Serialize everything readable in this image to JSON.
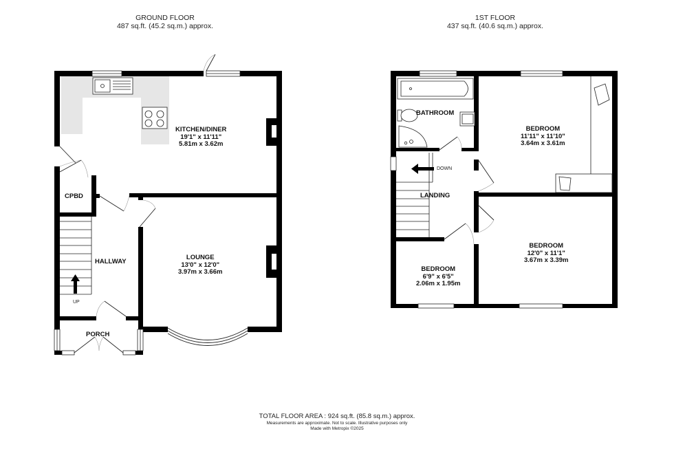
{
  "floors": {
    "ground": {
      "title": "GROUND FLOOR",
      "area": "487 sq.ft. (45.2 sq.m.) approx."
    },
    "first": {
      "title": "1ST FLOOR",
      "area": "437 sq.ft. (40.6 sq.m.) approx."
    }
  },
  "rooms": {
    "kitchen": {
      "name": "KITCHEN/DINER",
      "imperial": "19'1\"  x 11'11\"",
      "metric": "5.81m  x 3.62m"
    },
    "lounge": {
      "name": "LOUNGE",
      "imperial": "13'0\"  x 12'0\"",
      "metric": "3.97m  x 3.66m"
    },
    "hallway": {
      "name": "HALLWAY"
    },
    "cpbd": {
      "name": "CPBD"
    },
    "porch": {
      "name": "PORCH"
    },
    "bathroom": {
      "name": "BATHROOM"
    },
    "landing": {
      "name": "LANDING"
    },
    "bedroom1": {
      "name": "BEDROOM",
      "imperial": "11'11\"  x 11'10\"",
      "metric": "3.64m  x 3.61m"
    },
    "bedroom2": {
      "name": "BEDROOM",
      "imperial": "12'0\"  x 11'1\"",
      "metric": "3.67m  x 3.39m"
    },
    "bedroom3": {
      "name": "BEDROOM",
      "imperial": "6'9\"  x 6'5\"",
      "metric": "2.06m  x 1.95m"
    }
  },
  "stairs": {
    "up_label": "UP",
    "down_label": "DOWN"
  },
  "footer": {
    "total": "TOTAL FLOOR AREA : 924 sq.ft. (85.8 sq.m.) approx.",
    "disclaimer": "Measurements are approximate.  Not to scale.  Illustrative purposes only",
    "credit": "Made with Metropix ©2025"
  },
  "colors": {
    "wall": "#000000",
    "fixture_fill": "#e6e6e6",
    "line": "#222222"
  }
}
